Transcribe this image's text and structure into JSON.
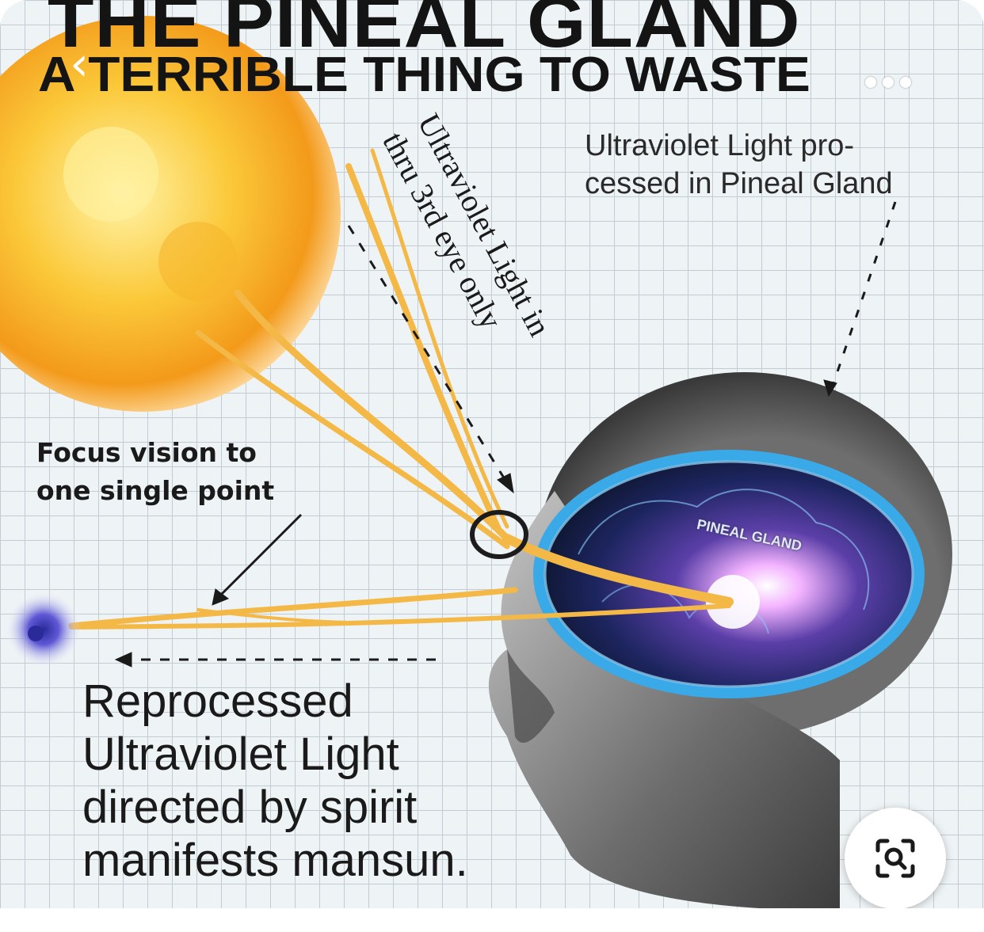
{
  "title": "THE PINEAL GLAND",
  "subtitle": "A TERRIBLE THING TO WASTE",
  "labels": {
    "uv_processed_line1": "Ultraviolet Light pro-",
    "uv_processed_line2": "cessed in Pineal Gland",
    "third_eye_line1": "Ultraviolet Light in",
    "third_eye_line2": "thru 3rd eye only",
    "focus_line1": "Focus vision to",
    "focus_line2": "one single point",
    "pineal_gland": "PINEAL GLAND",
    "reprocessed_line1": "Reprocessed",
    "reprocessed_line2": "Ultraviolet Light",
    "reprocessed_line3": "directed by spirit",
    "reprocessed_line4": "manifests mansun."
  },
  "overlay": {
    "back_icon": "chevron-left-icon",
    "more_icon": "more-dots-icon",
    "lens_icon": "visual-search-icon"
  },
  "colors": {
    "title": "#141414",
    "sun": "#f5a623",
    "beam": "#f3b845",
    "brain_outline": "#3aa9e8",
    "point": "#4a48c8",
    "grid": "#c4ccd3"
  }
}
